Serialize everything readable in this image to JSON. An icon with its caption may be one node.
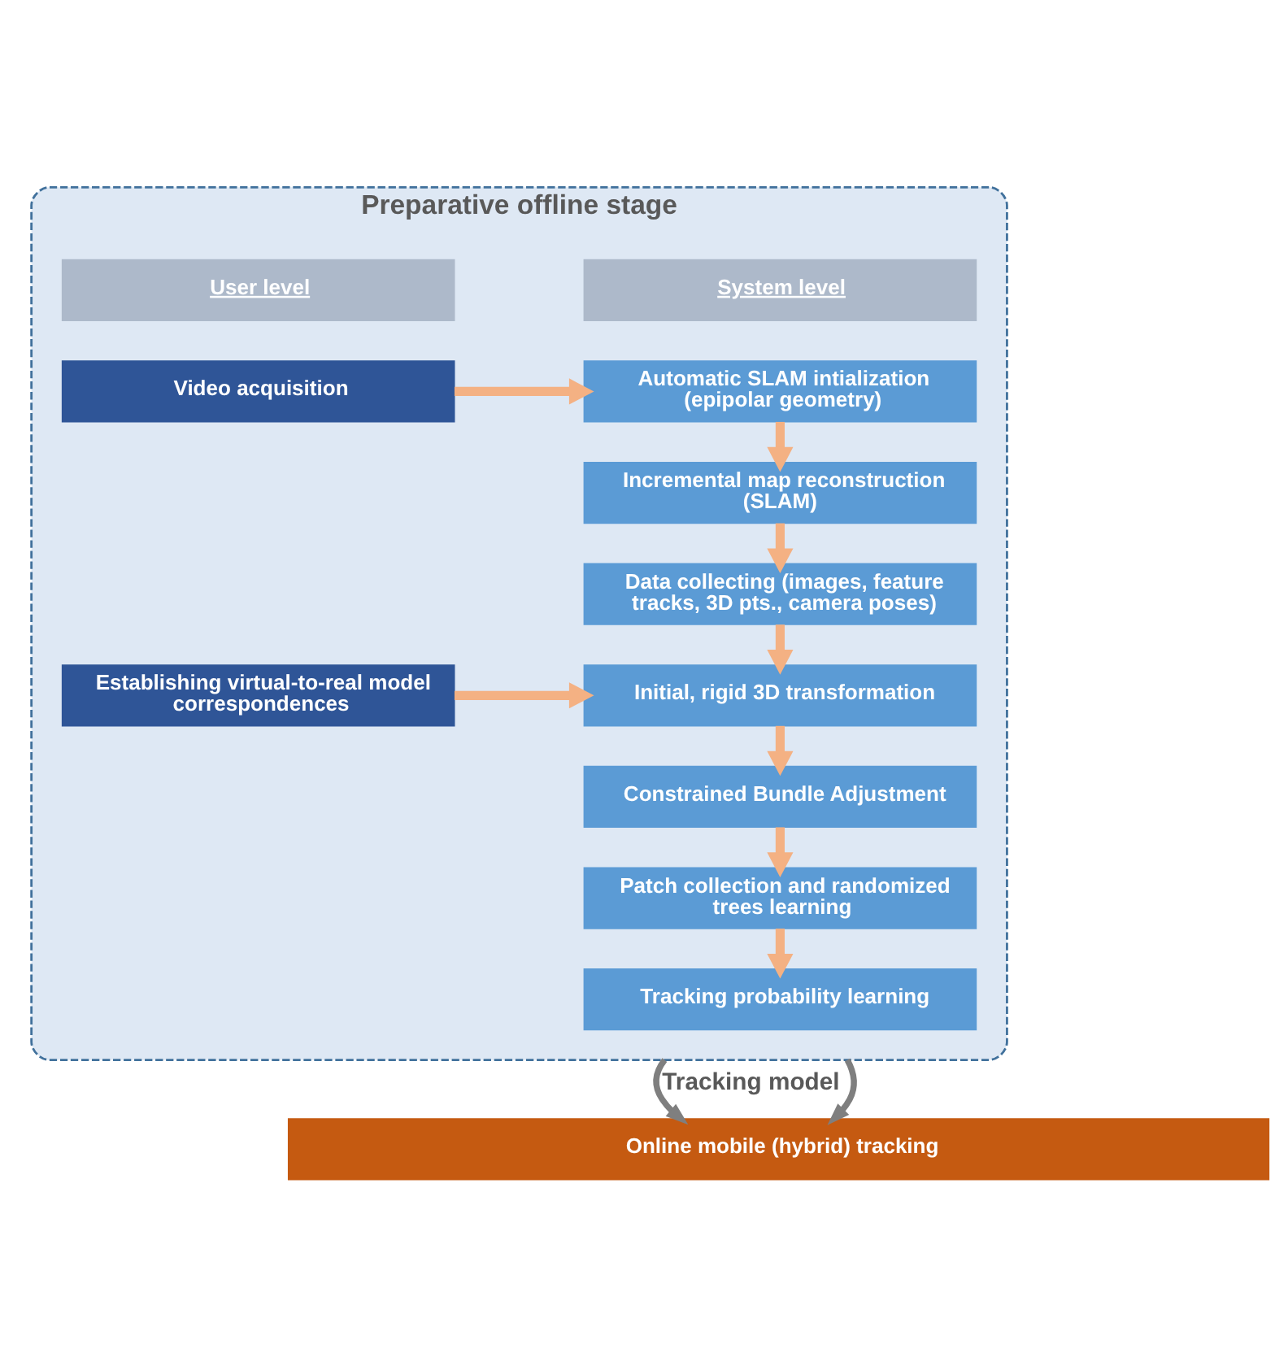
{
  "diagram": {
    "nodes": [
      {
        "text": [
          "Preparative offline stage"
        ]
      },
      {
        "text": [
          "User level"
        ],
        "in": 0
      },
      {
        "text": [
          "System level"
        ],
        "in": 0
      },
      {
        "text": [
          "Video acquisition"
        ],
        "in": 0
      },
      {
        "text": [
          "Automatic SLAM intialization (epipolar geometry)"
        ],
        "in": 0
      },
      {
        "text": [
          "Incremental map reconstruction (SLAM)"
        ],
        "in": 0
      },
      {
        "text": [
          "Data collecting (images, feature tracks, 3D pts., camera poses)"
        ],
        "in": 0
      },
      {
        "text": [
          "Establishing virtual-to-real model correspondences"
        ],
        "in": 0
      },
      {
        "text": [
          "Initial, rigid 3D transformation"
        ],
        "in": 0
      },
      {
        "text": [
          "Constrained Bundle Adjustment"
        ],
        "in": 0
      },
      {
        "text": [
          "Patch collection and randomized trees learning"
        ],
        "in": 0
      },
      {
        "text": [
          "Tracking probability learning"
        ],
        "in": 0
      },
      {
        "text": [
          "Online mobile (hybrid) tracking"
        ]
      }
    ],
    "edges": [
      {
        "from": 3,
        "to": 4,
        "arrow": "to"
      },
      {
        "from": 4,
        "to": 5,
        "arrow": "to"
      },
      {
        "from": 5,
        "to": 6,
        "arrow": "to"
      },
      {
        "from": 6,
        "to": 8,
        "arrow": "to"
      },
      {
        "from": 7,
        "to": 8,
        "arrow": "to"
      },
      {
        "from": 8,
        "to": 9,
        "arrow": "to"
      },
      {
        "from": 9,
        "to": 10,
        "arrow": "to"
      },
      {
        "from": 10,
        "to": 11,
        "arrow": "to"
      },
      {
        "from": 0,
        "to": 12,
        "arrow": "to",
        "label": "Tracking model",
        "color": "#7f7f7f"
      },
      {
        "from": 0,
        "to": 12,
        "arrow": "to",
        "color": "#7f7f7f"
      }
    ]
  }
}
